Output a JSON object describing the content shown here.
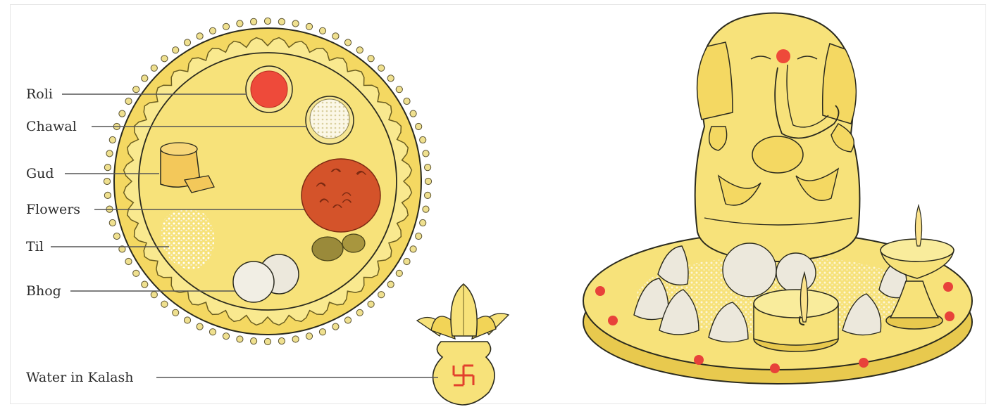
{
  "labels": {
    "roli": "Roli",
    "chawal": "Chawal",
    "gud": "Gud",
    "flowers": "Flowers",
    "til": "Til",
    "bhog": "Bhog",
    "kalash": "Water in Kalash"
  },
  "colors": {
    "plate": "#f7e27a",
    "plate_rim": "#f2d457",
    "outline": "#2a2a1e",
    "roli": "#ee4a3a",
    "flower": "#d4532a",
    "bead": "#efe08f",
    "swastika": "#e2402c",
    "rice": "#ffffff",
    "sweet": "#ece8dc"
  },
  "icons": {
    "puja_thali": "puja-thali-illustration",
    "kalash": "kalash-pot-illustration",
    "ganesha": "ganesha-idol-illustration",
    "diya": "diya-lamp-illustration"
  }
}
